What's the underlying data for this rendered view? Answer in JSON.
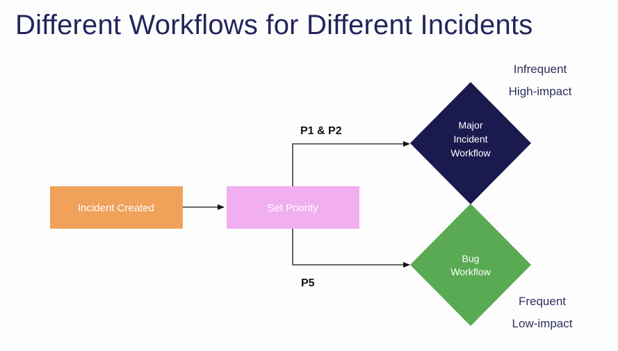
{
  "title": "Different Workflows for Different Incidents",
  "nodes": {
    "incident_created": {
      "label": "Incident Created",
      "color": "#f0a15a"
    },
    "set_priority": {
      "label": "Set Priority",
      "color": "#f1aef0"
    },
    "major_workflow": {
      "lines": [
        "Major",
        "Incident",
        "Workflow"
      ],
      "color": "#1a1a4f"
    },
    "bug_workflow": {
      "lines": [
        "Bug",
        "Workflow"
      ],
      "color": "#5aaa53"
    }
  },
  "edges": {
    "p1_p2": "P1 & P2",
    "p5": "P5"
  },
  "notes": {
    "major": [
      "Infrequent",
      "High-impact"
    ],
    "bug": [
      "Frequent",
      "Low-impact"
    ]
  }
}
